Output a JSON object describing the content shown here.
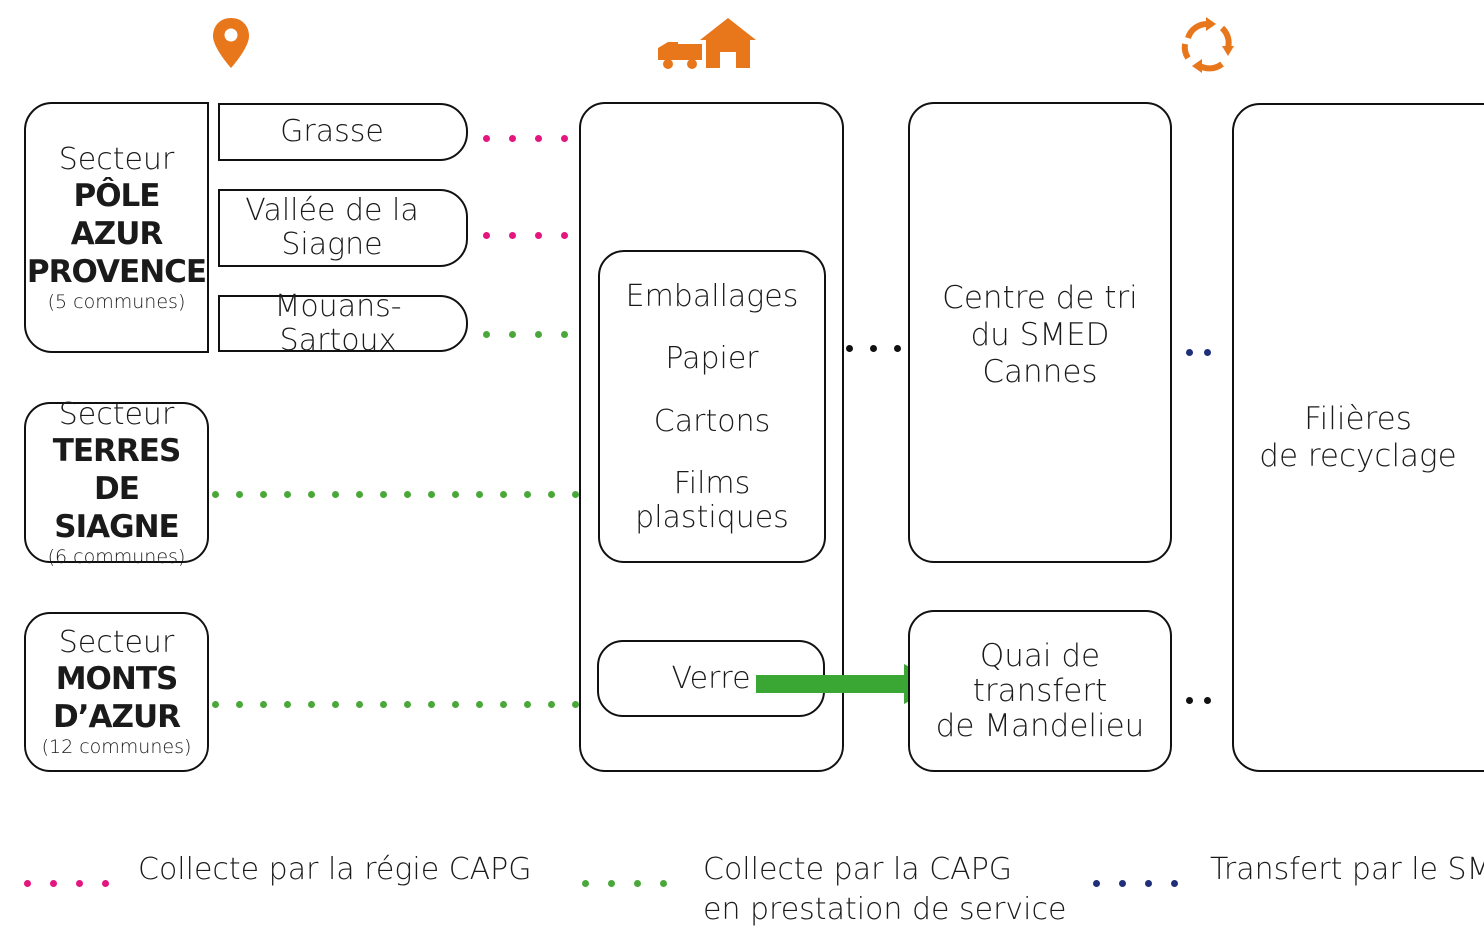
{
  "colors": {
    "accent_orange": "#e8761b",
    "pink": "#e5157f",
    "green": "#4aa83a",
    "navy": "#1f2f7a",
    "black": "#111111",
    "arrow_green": "#3aa634"
  },
  "icons": {
    "location": "map-pin-icon",
    "collection": "truck-house-icon",
    "recycling": "recycle-arrows-icon"
  },
  "sectors": [
    {
      "label": "Secteur",
      "name_lines": [
        "PÔLE AZUR",
        "PROVENCE"
      ],
      "count": "(5 communes)"
    },
    {
      "label": "Secteur",
      "name_lines": [
        "TERRES DE",
        "SIAGNE"
      ],
      "count": "(6 communes)"
    },
    {
      "label": "Secteur",
      "name_lines": [
        "MONTS",
        "D’AZUR"
      ],
      "count": "(12 communes)"
    }
  ],
  "sub_zones": [
    "Grasse",
    "Vallée de la",
    "Siagne",
    "Mouans-Sartoux"
  ],
  "materials": [
    "Emballages",
    "Papier",
    "Cartons",
    "Films plastiques"
  ],
  "glass": "Verre",
  "sorting_center": [
    "Centre de tri",
    "du SMED",
    "Cannes"
  ],
  "transfer_quay": [
    "Quai de",
    "transfert",
    "de Mandelieu"
  ],
  "recycling": [
    "Filières",
    "de recyclage"
  ],
  "legend": [
    {
      "text_lines": [
        "Collecte par la régie CAPG"
      ],
      "color": "#e5157f"
    },
    {
      "text_lines": [
        "Collecte par la CAPG",
        "en prestation de service"
      ],
      "color": "#4aa83a"
    },
    {
      "text_lines": [
        "Transfert par le SMED"
      ],
      "color": "#1f2f7a"
    }
  ]
}
